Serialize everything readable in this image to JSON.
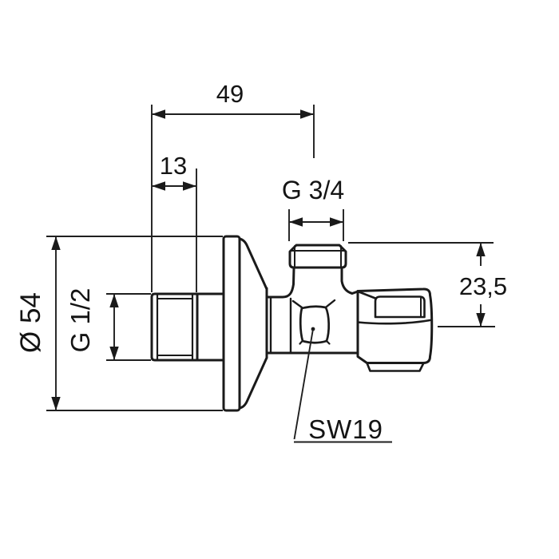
{
  "colors": {
    "background": "#ffffff",
    "line": "#1a1a1a",
    "text": "#141414"
  },
  "labels": {
    "overall_depth": "49",
    "inlet_thread_length": "13",
    "top_outlet_thread": "G 3/4",
    "rosette_diameter": "Ø 54",
    "inlet_thread": "G 1/2",
    "axis_to_outlet": "23,5",
    "wrench_size": "SW19"
  }
}
